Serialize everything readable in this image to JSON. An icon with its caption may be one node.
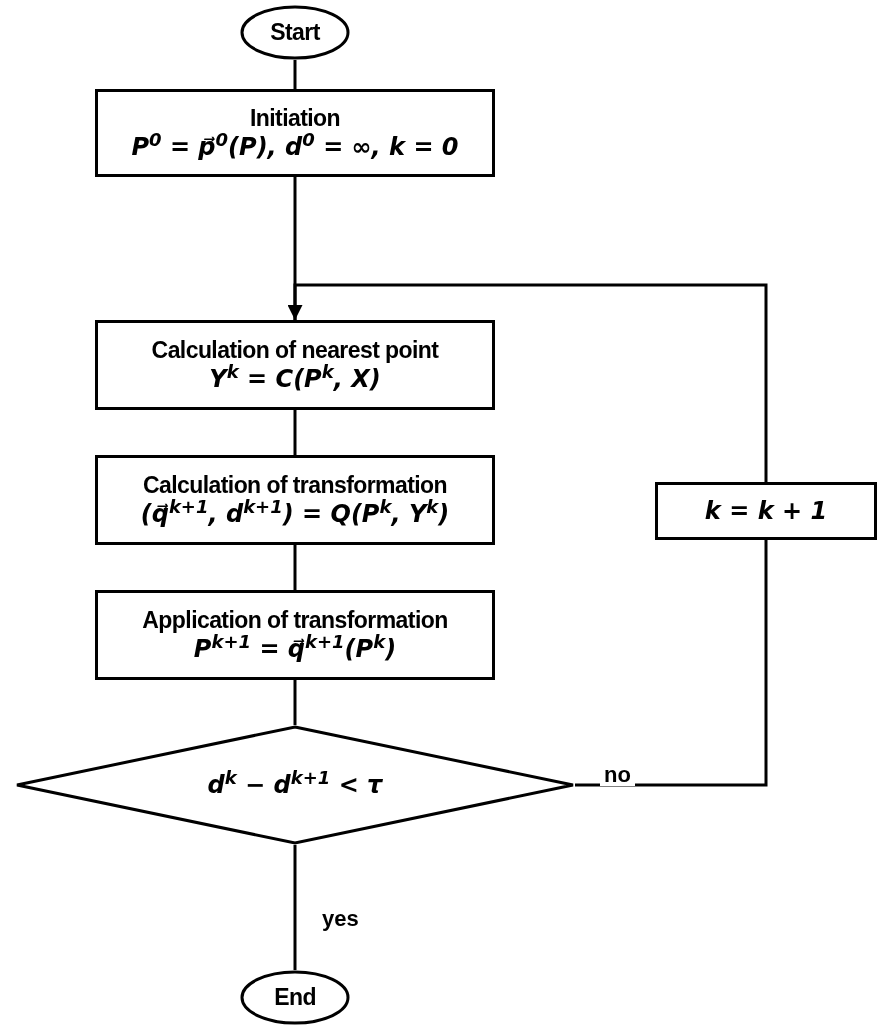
{
  "diagram": {
    "nodes": [
      {
        "text": [
          "Start"
        ]
      },
      {
        "text": [
          "Initiation",
          "P$^{0}$ = p⃗$^{0}$(P), d$^{0}$ = ∞, k = 0"
        ]
      },
      {
        "text": [
          "Calculation of nearest point",
          "Y$^{k}$ = C(P$^{k}$, X)"
        ]
      },
      {
        "text": [
          "Calculation of transformation",
          "(q⃗$^{k+1}$, d$^{k+1}$) = Q(P$^{k}$, Y$^{k}$)"
        ]
      },
      {
        "text": [
          "Application of transformation",
          "P$^{k+1}$ = q⃗$^{k+1}$(P$^{k}$)"
        ]
      },
      {
        "text": [
          "d$^{k}$ − d$^{k+1}$ < τ"
        ]
      },
      {
        "text": [
          "End"
        ]
      },
      {
        "text": [
          "k = k + 1"
        ]
      }
    ],
    "edges": [
      {
        "from": 0,
        "to": 1,
        "arrow": "none"
      },
      {
        "from": 1,
        "to": 2,
        "arrow": "none"
      },
      {
        "from": 2,
        "to": 3,
        "arrow": "none"
      },
      {
        "from": 3,
        "to": 4,
        "arrow": "none"
      },
      {
        "from": 4,
        "to": 5,
        "arrow": "none"
      },
      {
        "from": 5,
        "to": 7,
        "label": "no",
        "arrow": "none"
      },
      {
        "from": 7,
        "to": 2,
        "arrow": "to"
      },
      {
        "from": 5,
        "to": 6,
        "label": "yes",
        "arrow": "none"
      }
    ]
  }
}
